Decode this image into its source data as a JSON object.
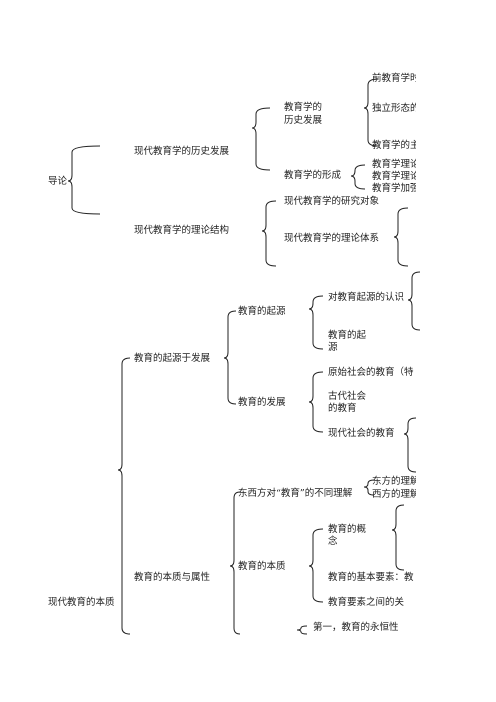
{
  "diagram": {
    "color": "#222222",
    "root1": "导论",
    "b1_history": "现代教育学的历史发展",
    "b1_theory": "现代教育学的理论结构",
    "history_dev": [
      "教育学的",
      "历史发展"
    ],
    "pre_edu": "前教育学时",
    "independent": "独立形态的",
    "edu_main": "教育学的主",
    "formation": "教育学的形成",
    "formation_items": [
      "教育学理论",
      "教育学理论",
      "教育学加强"
    ],
    "research_object": "现代教育学的研究对象",
    "theory_system": "现代教育学的理论体系",
    "root2": "现代教育的本质",
    "origin_dev": "教育的起源于发展",
    "origin": "教育的起源",
    "origin_cognition": "对教育起源的认识",
    "origin_of_edu": [
      "教育的起",
      "源"
    ],
    "development": "教育的发展",
    "primitive": "原始社会的教育（特",
    "ancient": [
      "古代社会",
      "的教育"
    ],
    "modern_soc": "现代社会的教育",
    "essence_attr": "教育的本质与属性",
    "east_west": "东西方对“教育”的不同理解",
    "east_view": "东方的理解",
    "west_view": "西方的理解",
    "essence": "教育的本质",
    "concept": [
      "教育的概",
      "念"
    ],
    "basic_elements": "教育的基本要素：教",
    "elements_relation": "教育要素之间的关",
    "eternal": "第一，教育的永恒性"
  }
}
